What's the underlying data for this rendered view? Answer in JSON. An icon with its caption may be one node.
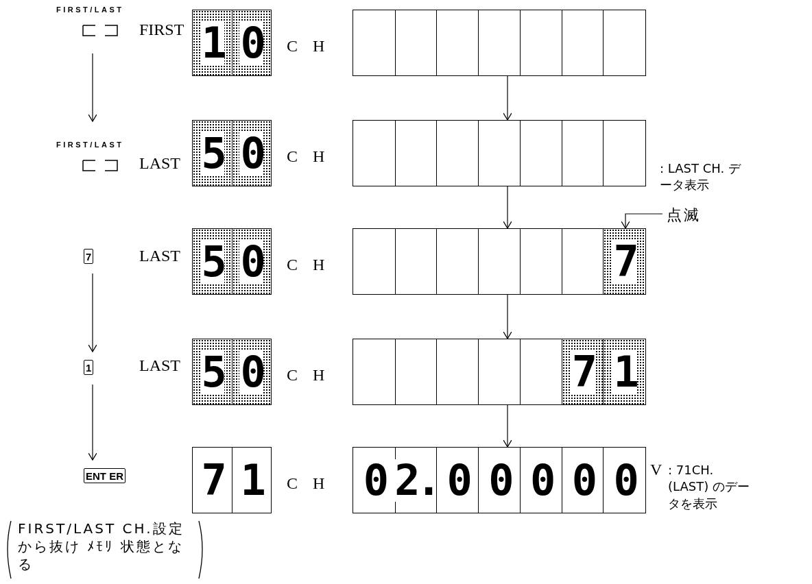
{
  "diagram": {
    "nodes": [
      {
        "text": [
          "FIRST/LAST"
        ]
      },
      {
        "text": [
          "FIRST/LAST"
        ]
      },
      {
        "text": [
          "7"
        ]
      },
      {
        "text": [
          "1"
        ]
      },
      {
        "text": [
          "ENT ER"
        ]
      },
      {
        "text": [
          "1",
          "0"
        ],
        "beside": [
          "FIRST",
          "C H"
        ]
      },
      {
        "text": [
          "5",
          "0"
        ],
        "beside": [
          "LAST",
          "C H"
        ]
      },
      {
        "text": [
          "5",
          "0"
        ],
        "beside": [
          "LAST",
          "C H"
        ]
      },
      {
        "text": [
          "5",
          "0"
        ],
        "beside": [
          "LAST",
          "C H"
        ]
      },
      {
        "text": [
          "7",
          "1"
        ],
        "beside": [
          "C H"
        ]
      },
      {
        "text": [],
        "shape": "box"
      },
      {
        "text": [],
        "shape": "box",
        "beside": [
          ": LAST CH. データ表示"
        ]
      },
      {
        "text": [
          "7"
        ]
      },
      {
        "text": [
          "7",
          "1"
        ]
      },
      {
        "text": [
          "0",
          "2.",
          "0",
          "0",
          "0",
          "0",
          "0"
        ],
        "beside": [
          "V",
          ": 71CH. (LAST) のデータを表示"
        ]
      },
      {
        "text": [
          "点滅"
        ]
      }
    ],
    "edges": [
      {
        "from": 0,
        "to": 1,
        "arrow": "to"
      },
      {
        "from": 2,
        "to": 3,
        "arrow": "to"
      },
      {
        "from": 3,
        "to": 4,
        "arrow": "to"
      },
      {
        "from": 10,
        "to": 11,
        "arrow": "to"
      },
      {
        "from": 11,
        "to": 12,
        "arrow": "to"
      },
      {
        "from": 12,
        "to": 13,
        "arrow": "to"
      },
      {
        "from": 13,
        "to": 14,
        "arrow": "to"
      },
      {
        "from": 15,
        "to": 12,
        "arrow": "to"
      }
    ],
    "labels": [
      "FIRST/LAST CH.設定から抜け ﾒﾓﾘ 状態となる"
    ]
  }
}
